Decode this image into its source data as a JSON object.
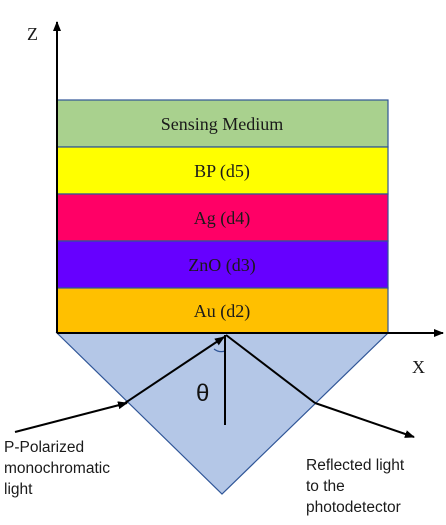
{
  "axes": {
    "z_label": "Z",
    "x_label": "X"
  },
  "layers": [
    {
      "label": "Sensing Medium",
      "color": "#a9d18e"
    },
    {
      "label": "BP (d5)",
      "color": "#ffff00"
    },
    {
      "label": "Ag (d4)",
      "color": "#ff0066"
    },
    {
      "label": "ZnO (d3)",
      "color": "#6600ff"
    },
    {
      "label": "Au (d2)",
      "color": "#ffc000"
    }
  ],
  "layer_border_color": "#2f5597",
  "prism": {
    "color": "#b4c7e7"
  },
  "angle_label": "θ",
  "incident_light_label": "P-Polarized\nmonochromatic\nlight",
  "reflected_light_label": "Reflected light\nto the\nphotodetector"
}
